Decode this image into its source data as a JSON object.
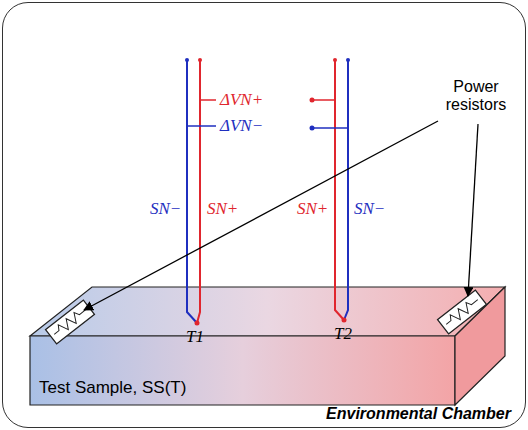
{
  "diagram": {
    "nodes": [
      {
        "text": [
          "Environmental Chamber"
        ]
      },
      {
        "text": [
          "Test Sample, SS(T)"
        ],
        "in": 0
      }
    ],
    "labels": [
      "ΔVN+",
      "ΔVN−",
      "SN−",
      "SN+",
      "SN+",
      "SN−",
      "T1",
      "T2",
      "Power resistors"
    ]
  }
}
